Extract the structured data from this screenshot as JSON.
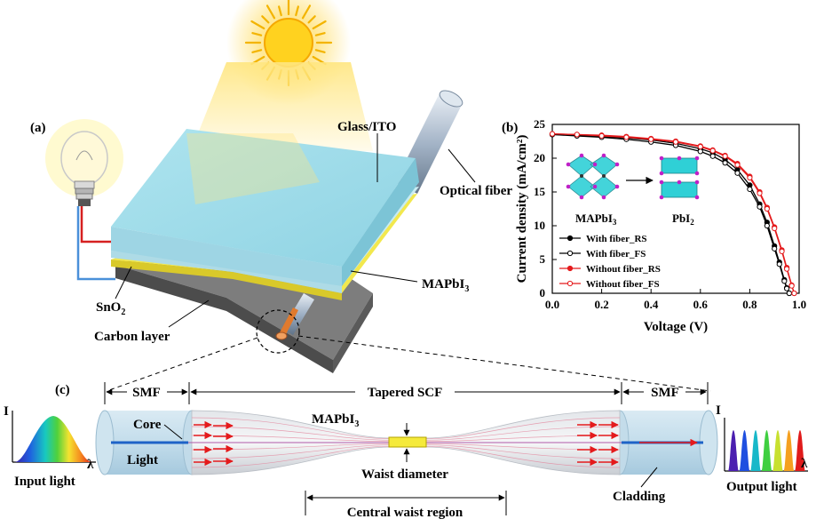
{
  "panel_a": {
    "tag": "(a)",
    "labels": {
      "glass_ito": "Glass/ITO",
      "optical_fiber": "Optical fiber",
      "mapbi3": "MAPbI",
      "mapbi3_sub": "3",
      "sno2": "SnO",
      "sno2_sub": "2",
      "carbon": "Carbon layer"
    }
  },
  "panel_b": {
    "tag": "(b)",
    "inset": {
      "left": "MAPbI",
      "left_sub": "3",
      "right": "PbI",
      "right_sub": "2"
    }
  },
  "panel_c": {
    "tag": "(c)",
    "labels": {
      "smf_left": "SMF",
      "tapered": "Tapered SCF",
      "smf_right": "SMF",
      "core": "Core",
      "light": "Light",
      "mapbi3": "MAPbI",
      "mapbi3_sub": "3",
      "waist_diameter": "Waist diameter",
      "central_waist": "Central waist region",
      "cladding": "Cladding",
      "input_light": "Input light",
      "output_light": "Output light",
      "axis_i_left": "I",
      "axis_lambda_left": "λ",
      "axis_i_right": "I",
      "axis_lambda_right": "λ"
    }
  },
  "chart_data": {
    "type": "line",
    "title": "",
    "xlabel": "Voltage (V)",
    "ylabel": "Current density (mA/cm²)",
    "xlim": [
      0.0,
      1.0
    ],
    "ylim": [
      0,
      25
    ],
    "xticks": [
      "0.0",
      "0.2",
      "0.4",
      "0.6",
      "0.8",
      "1.0"
    ],
    "yticks": [
      "0",
      "5",
      "10",
      "15",
      "20",
      "25"
    ],
    "legend_position": "bottom-left",
    "series": [
      {
        "name": "With fiber_RS",
        "color": "#000000",
        "marker": "filled",
        "x": [
          0,
          0.1,
          0.2,
          0.3,
          0.4,
          0.5,
          0.6,
          0.65,
          0.7,
          0.75,
          0.8,
          0.84,
          0.87,
          0.9,
          0.92,
          0.94,
          0.95,
          0.96
        ],
        "y": [
          23.5,
          23.4,
          23.2,
          23.0,
          22.7,
          22.2,
          21.4,
          20.8,
          19.8,
          18.3,
          16.0,
          13.2,
          10.5,
          7.0,
          4.6,
          2.0,
          0.8,
          0
        ]
      },
      {
        "name": "With fiber_FS",
        "color": "#000000",
        "marker": "open",
        "x": [
          0,
          0.1,
          0.2,
          0.3,
          0.4,
          0.5,
          0.6,
          0.65,
          0.7,
          0.75,
          0.8,
          0.84,
          0.87,
          0.9,
          0.92,
          0.94,
          0.95,
          0.96
        ],
        "y": [
          23.5,
          23.3,
          23.1,
          22.8,
          22.4,
          21.9,
          21.0,
          20.3,
          19.3,
          17.8,
          15.4,
          12.8,
          10.0,
          6.6,
          4.3,
          1.8,
          0.7,
          0
        ]
      },
      {
        "name": "Without fiber_RS",
        "color": "#e41a1c",
        "marker": "filled",
        "x": [
          0,
          0.1,
          0.2,
          0.3,
          0.4,
          0.5,
          0.6,
          0.65,
          0.7,
          0.75,
          0.8,
          0.84,
          0.87,
          0.9,
          0.93,
          0.95,
          0.97,
          0.98
        ],
        "y": [
          23.6,
          23.5,
          23.4,
          23.2,
          22.9,
          22.5,
          21.8,
          21.2,
          20.4,
          19.2,
          17.3,
          15.0,
          12.7,
          9.8,
          6.4,
          3.8,
          1.2,
          0
        ]
      },
      {
        "name": "Without fiber_FS",
        "color": "#e41a1c",
        "marker": "open",
        "x": [
          0,
          0.1,
          0.2,
          0.3,
          0.4,
          0.5,
          0.6,
          0.65,
          0.7,
          0.75,
          0.8,
          0.84,
          0.87,
          0.9,
          0.93,
          0.95,
          0.97,
          0.98
        ],
        "y": [
          23.6,
          23.5,
          23.3,
          23.1,
          22.8,
          22.4,
          21.7,
          21.1,
          20.3,
          19.0,
          17.1,
          14.8,
          12.5,
          9.6,
          6.2,
          3.6,
          1.1,
          0
        ]
      }
    ]
  }
}
